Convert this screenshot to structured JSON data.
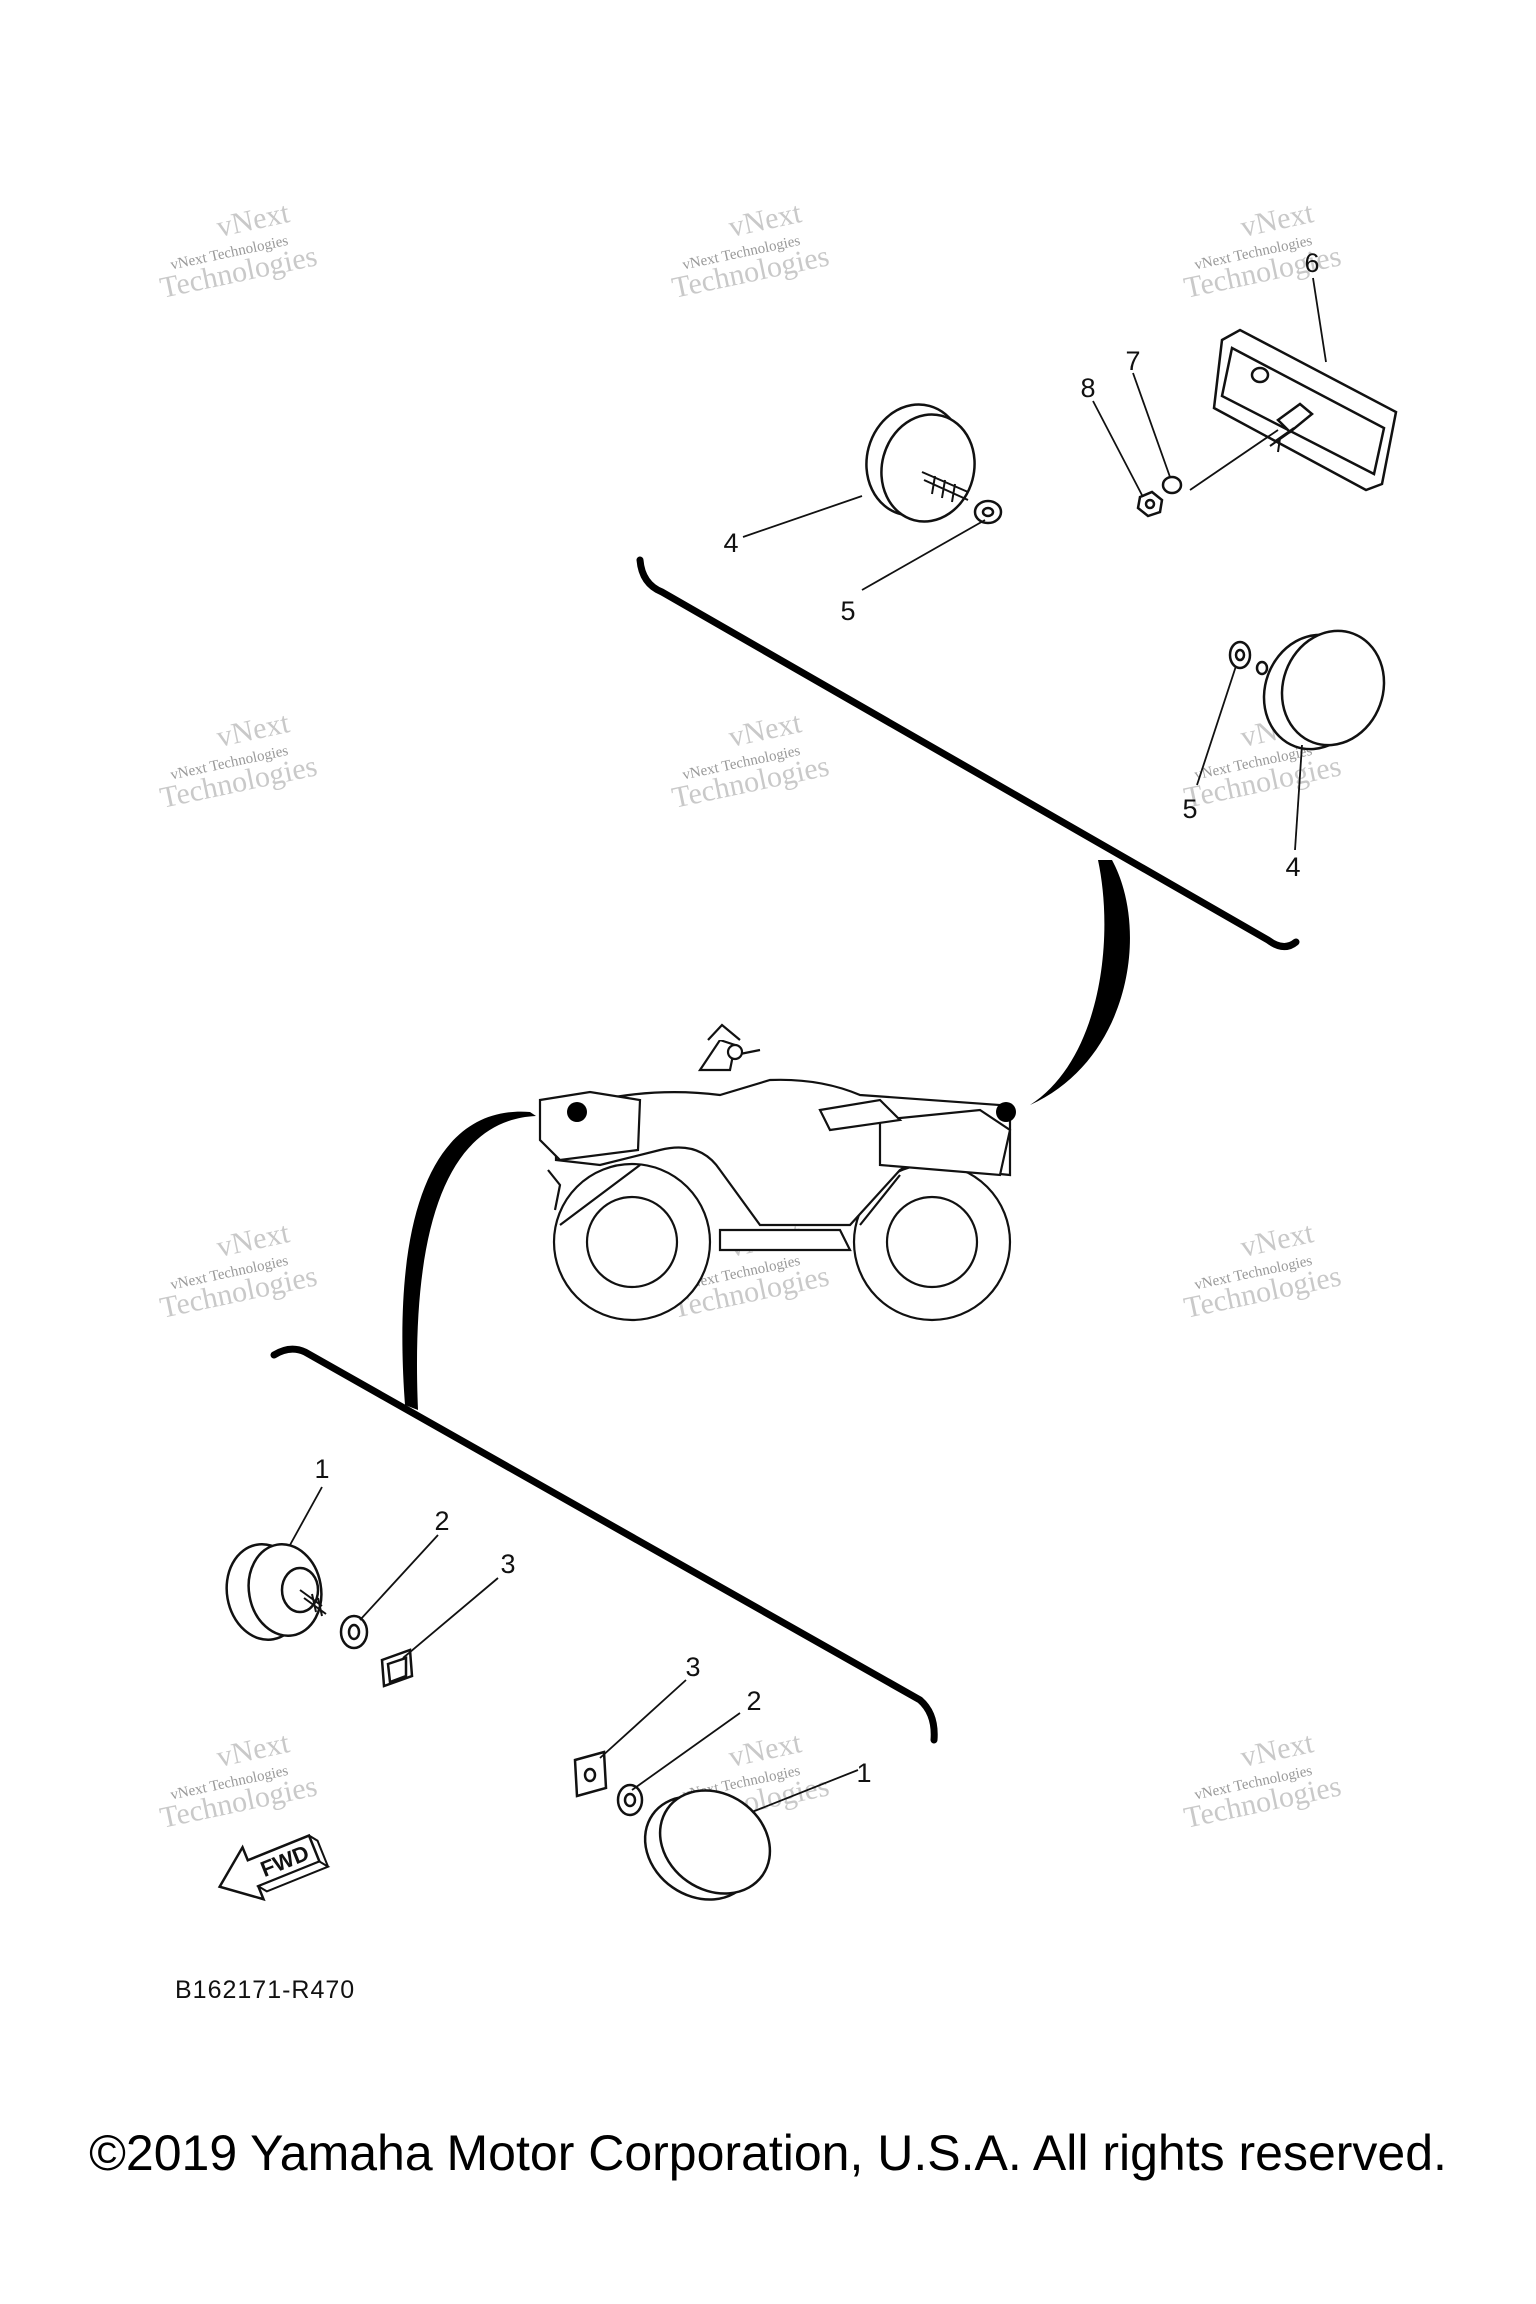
{
  "callouts": [
    {
      "label": "1"
    },
    {
      "label": "2"
    },
    {
      "label": "3"
    },
    {
      "label": "3"
    },
    {
      "label": "2"
    },
    {
      "label": "1"
    },
    {
      "label": "4"
    },
    {
      "label": "5"
    },
    {
      "label": "8"
    },
    {
      "label": "7"
    },
    {
      "label": "6"
    },
    {
      "label": "5"
    },
    {
      "label": "4"
    }
  ],
  "watermark": {
    "line1": "vNext",
    "line2": "vNext Technologies",
    "line3": "Technologies"
  },
  "fwd_label": "FWD",
  "diagram_code": "B162171-R470",
  "copyright": "©2019 Yamaha Motor Corporation, U.S.A. All rights reserved."
}
